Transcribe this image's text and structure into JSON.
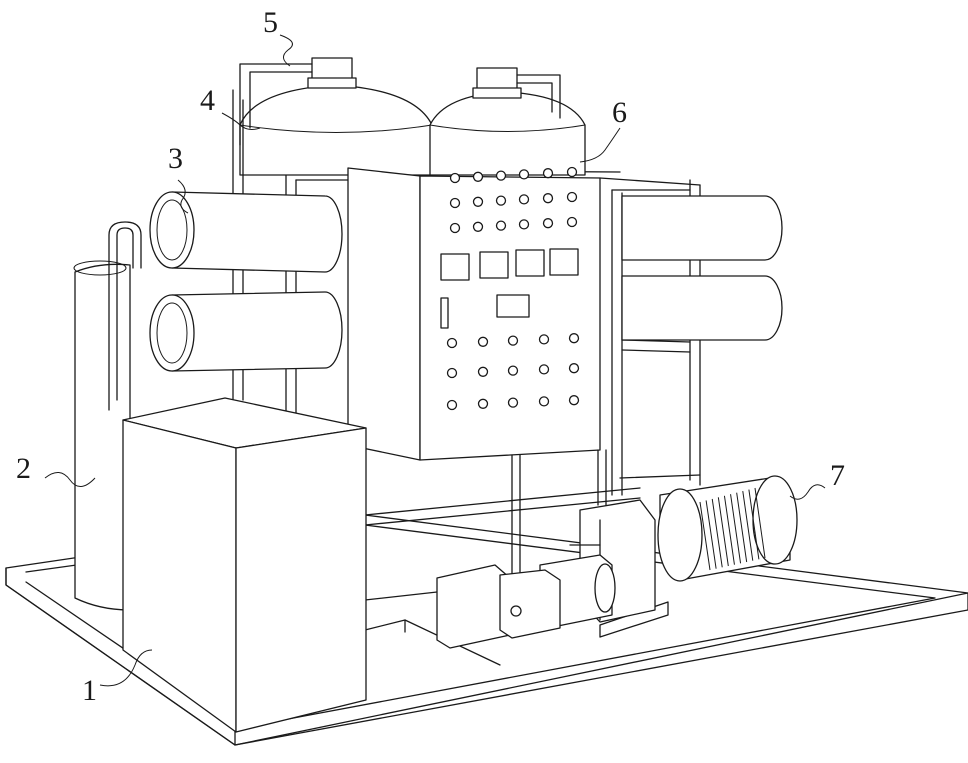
{
  "figure": {
    "labels": [
      {
        "id": "1",
        "text": "1"
      },
      {
        "id": "2",
        "text": "2"
      },
      {
        "id": "3",
        "text": "3"
      },
      {
        "id": "4",
        "text": "4"
      },
      {
        "id": "5",
        "text": "5"
      },
      {
        "id": "6",
        "text": "6"
      },
      {
        "id": "7",
        "text": "7"
      }
    ],
    "line_color": "#1a1a1a",
    "background": "#ffffff"
  }
}
